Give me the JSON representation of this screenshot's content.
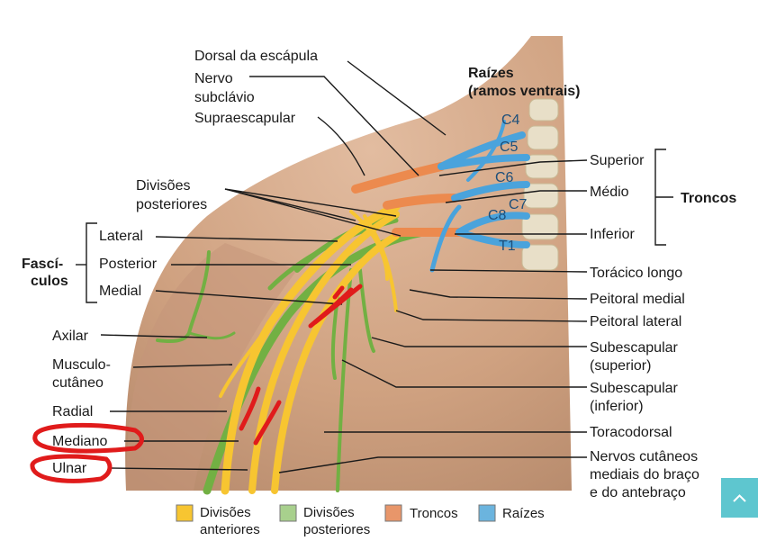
{
  "labels": {
    "dorsal_escapula": "Dorsal da escápula",
    "nervo_subclavio_1": "Nervo",
    "nervo_subclavio_2": "subclávio",
    "supraescapular": "Supraescapular",
    "raizes_1": "Raízes",
    "raizes_2": "(ramos ventrais)",
    "c4": "C4",
    "c5": "C5",
    "c6": "C6",
    "c7": "C7",
    "c8": "C8",
    "t1": "T1",
    "superior": "Superior",
    "medio": "Médio",
    "troncos": "Troncos",
    "inferior": "Inferior",
    "divisoes_posteriores_1": "Divisões",
    "divisoes_posteriores_2": "posteriores",
    "lateral": "Lateral",
    "posterior": "Posterior",
    "medial": "Medial",
    "fasciculos_1": "Fascí-",
    "fasciculos_2": "culos",
    "toracico_longo": "Torácico longo",
    "peitoral_medial": "Peitoral medial",
    "peitoral_lateral": "Peitoral lateral",
    "axilar": "Axilar",
    "musculo_1": "Musculo-",
    "musculo_2": "cutâneo",
    "subescapular_sup_1": "Subescapular",
    "subescapular_sup_2": "(superior)",
    "subescapular_inf_1": "Subescapular",
    "subescapular_inf_2": "(inferior)",
    "radial": "Radial",
    "toracodorsal": "Toracodorsal",
    "mediano": "Mediano",
    "cutaneos_1": "Nervos cutâneos",
    "cutaneos_2": "mediais do braço",
    "cutaneos_3": "e do antebraço",
    "ulnar": "Ulnar"
  },
  "legend": [
    {
      "line1": "Divisões",
      "line2": "anteriores",
      "color": "#f7c531"
    },
    {
      "line1": "Divisões",
      "line2": "posteriores",
      "color": "#a8d08d"
    },
    {
      "line1": "Troncos",
      "line2": "",
      "color": "#e8966a"
    },
    {
      "line1": "Raízes",
      "line2": "",
      "color": "#6bb4de"
    }
  ],
  "colors": {
    "anterior": "#f7c531",
    "posterior": "#72b043",
    "trunk": "#ec8a4e",
    "root": "#4aa3dc",
    "skin": "#d0a486",
    "annotation": "#e01b1b"
  },
  "scroll_button": {
    "icon": "chevron-up-icon"
  }
}
